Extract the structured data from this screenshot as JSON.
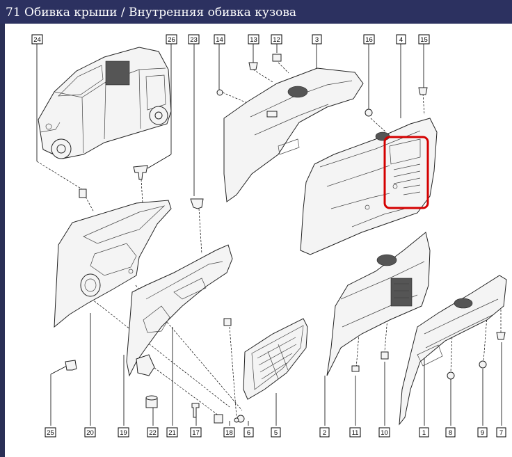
{
  "title": "71 Обивка крыши / Внутренняя обивка кузова",
  "highlight_color": "#d40000",
  "callouts": [
    "24",
    "26",
    "23",
    "14",
    "13",
    "12",
    "3",
    "16",
    "4",
    "15",
    "25",
    "20",
    "19",
    "22",
    "21",
    "17",
    "18",
    "6",
    "5",
    "2",
    "11",
    "10",
    "1",
    "8",
    "9",
    "7"
  ]
}
